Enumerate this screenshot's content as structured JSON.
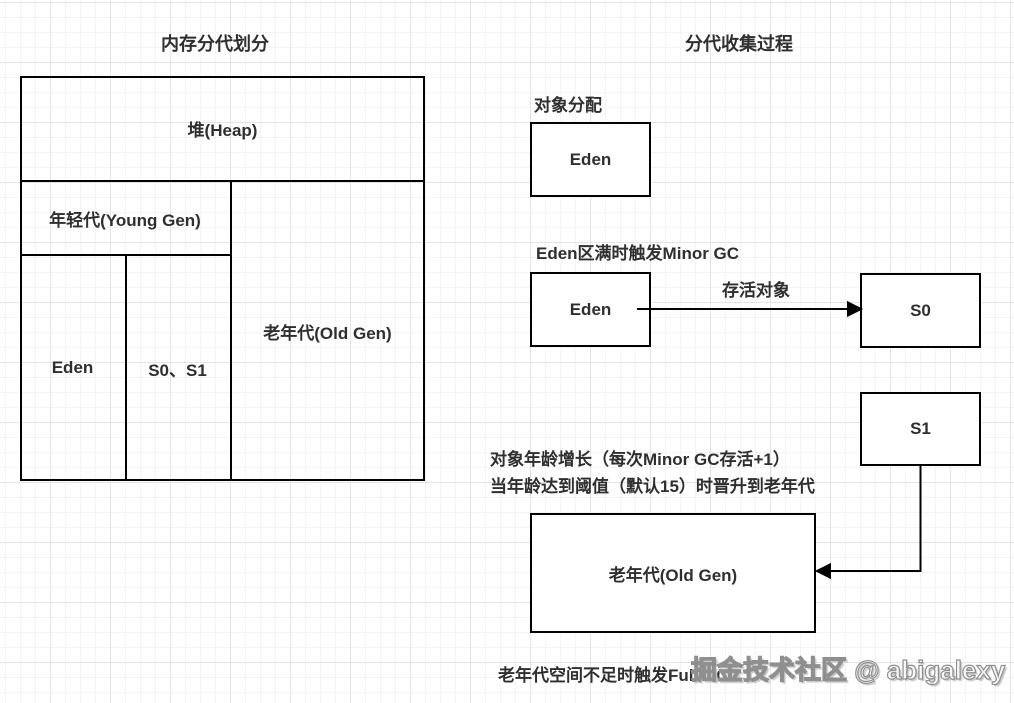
{
  "left_panel": {
    "title": "内存分代划分",
    "heap_label": "堆(Heap)",
    "young_gen_label": "年轻代(Young Gen)",
    "eden_label": "Eden",
    "survivor_label": "S0、S1",
    "old_gen_label": "老年代(Old Gen)"
  },
  "right_panel": {
    "title": "分代收集过程",
    "alloc_label": "对象分配",
    "eden_top_label": "Eden",
    "minor_gc_label": "Eden区满时触发Minor GC",
    "eden_mid_label": "Eden",
    "survive_arrow_label": "存活对象",
    "s0_label": "S0",
    "s1_label": "S1",
    "aging_line1": "对象年龄增长（每次Minor GC存活+1）",
    "aging_line2": "当年龄达到阈值（默认15）时晋升到老年代",
    "old_gen_label": "老年代(Old Gen)",
    "full_gc_label": "老年代空间不足时触发Full GC"
  },
  "watermark": {
    "text": "掘金技术社区 @ abigalexy"
  },
  "colors": {
    "line": "#000000",
    "text": "#2f2f2f",
    "grid_minor": "#f4f4f4",
    "grid_major": "#e4e4e4",
    "watermark_outline": "#8f8f8f",
    "background": "#ffffff"
  }
}
